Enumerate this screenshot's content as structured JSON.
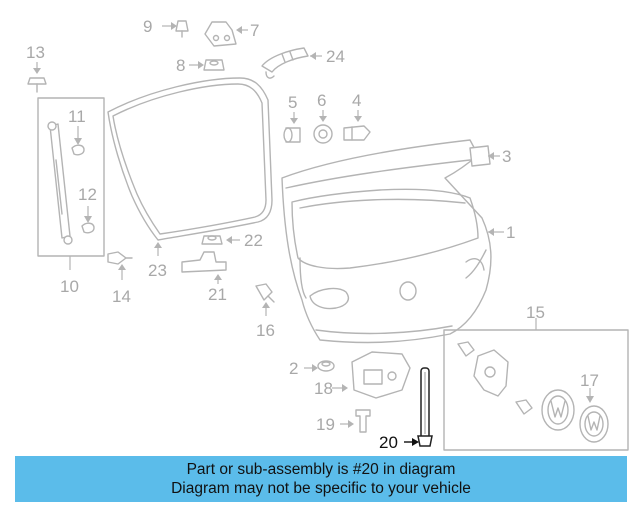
{
  "callouts": {
    "c1": "1",
    "c2": "2",
    "c3": "3",
    "c4": "4",
    "c5": "5",
    "c6": "6",
    "c7": "7",
    "c8": "8",
    "c9": "9",
    "c10": "10",
    "c11": "11",
    "c12": "12",
    "c13": "13",
    "c14": "14",
    "c15": "15",
    "c16": "16",
    "c17": "17",
    "c18": "18",
    "c19": "19",
    "c20": "20",
    "c21": "21",
    "c22": "22",
    "c23": "23",
    "c24": "24"
  },
  "highlight": {
    "part": "20",
    "color": "#111111"
  },
  "banner": {
    "line1": "Part or sub-assembly is #20 in diagram",
    "line2": "Diagram may not be specific to your vehicle",
    "background": "#5bbcea"
  }
}
